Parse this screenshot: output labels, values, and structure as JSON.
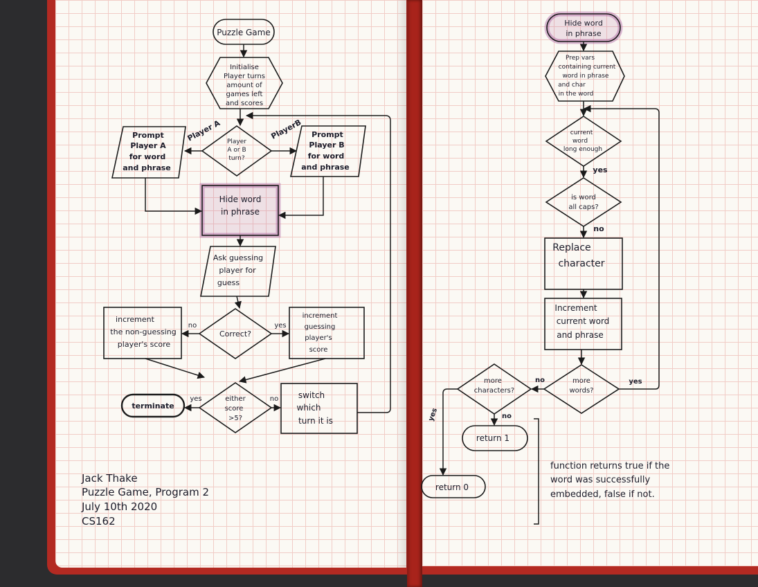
{
  "flowchart_main": {
    "start": "Puzzle Game",
    "initialise": [
      "Initialise",
      "Player turns",
      "amount of",
      "games left",
      "and scores"
    ],
    "player_decision": [
      "Player",
      "A or B",
      "turn?"
    ],
    "player_a_branch": "Player A",
    "player_b_branch": "PlayerB",
    "prompt_a": [
      "Prompt",
      "Player A",
      "for word",
      "and phrase"
    ],
    "prompt_b": [
      "Prompt",
      "Player B",
      "for word",
      "and phrase"
    ],
    "hide_word": [
      "Hide word",
      "in phrase"
    ],
    "ask_guess": [
      "Ask guessing",
      "player for",
      "guess"
    ],
    "correct_decision": "Correct?",
    "no_label": "no",
    "yes_label": "yes",
    "increment_non_guessing": [
      "increment",
      "the non-guessing",
      "player's score"
    ],
    "increment_guessing": [
      "increment",
      "guessing",
      "player's",
      "score"
    ],
    "score_decision": [
      "either",
      "score",
      ">5?"
    ],
    "terminate": "terminate",
    "switch_turn": [
      "switch",
      "which",
      "turn it is"
    ]
  },
  "flowchart_sub": {
    "start": [
      "Hide word",
      "in phrase"
    ],
    "prep_vars": [
      "Prep vars",
      "containing current",
      "word in phrase",
      "and char",
      "in the word"
    ],
    "word_long_decision": [
      "current",
      "word",
      "long enough"
    ],
    "yes_label": "yes",
    "all_caps_decision": [
      "is word",
      "all caps?"
    ],
    "no_label": "no",
    "replace_char": [
      "Replace",
      "character"
    ],
    "increment_word": [
      "Increment",
      "current word",
      "and phrase"
    ],
    "more_words_decision": [
      "more",
      "words?"
    ],
    "more_chars_decision": [
      "more",
      "characters?"
    ],
    "return_1": "return 1",
    "return_0": "return 0",
    "note": [
      "function returns true if the",
      "word was successfully",
      "embedded, false if not."
    ]
  },
  "author_note": [
    "Jack Thake",
    "Puzzle Game, Program 2",
    "July 10th 2020",
    "CS162"
  ]
}
